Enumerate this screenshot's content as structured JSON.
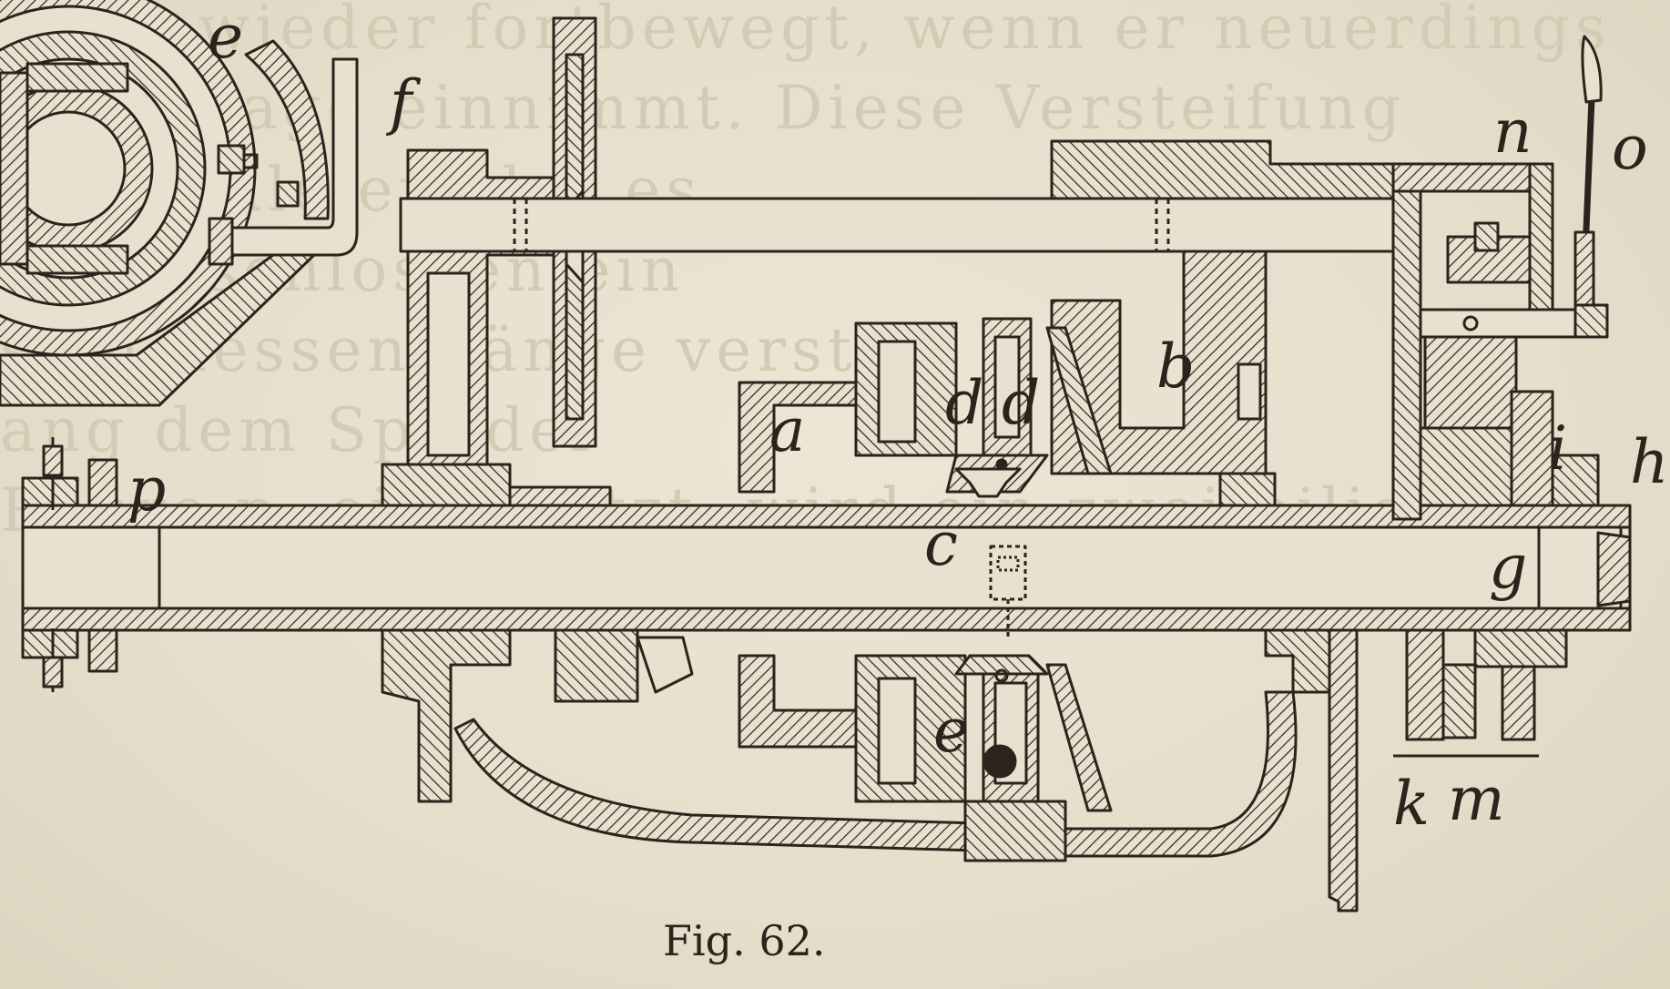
{
  "figure": {
    "caption": "Fig. 62.",
    "labels": {
      "e_top": "e",
      "f": "f",
      "n": "n",
      "o": "o",
      "b": "b",
      "a": "a",
      "d1": "d",
      "d2": "d",
      "i": "i",
      "h": "h",
      "p": "p",
      "c": "c",
      "g": "g",
      "e_bottom": "e",
      "k": "k",
      "m": "m"
    },
    "background_text": [
      "dann wieder fortbewegt, wenn er neuerdings",
      "Mittellage einnimmt.   Diese  Versteifung",
      "ver        Welle erfolgt         es",
      "     ausgeschlossen         ein",
      "               sich dessen Länge verstell",
      "               ang         dem Spindel",
      "         Rohre p, eingesetzt, wird ein zweiteilig"
    ]
  },
  "colors": {
    "ink": "#2a241c",
    "paper": "#e8e1cf",
    "ghost_text": "#d4cbb5"
  }
}
